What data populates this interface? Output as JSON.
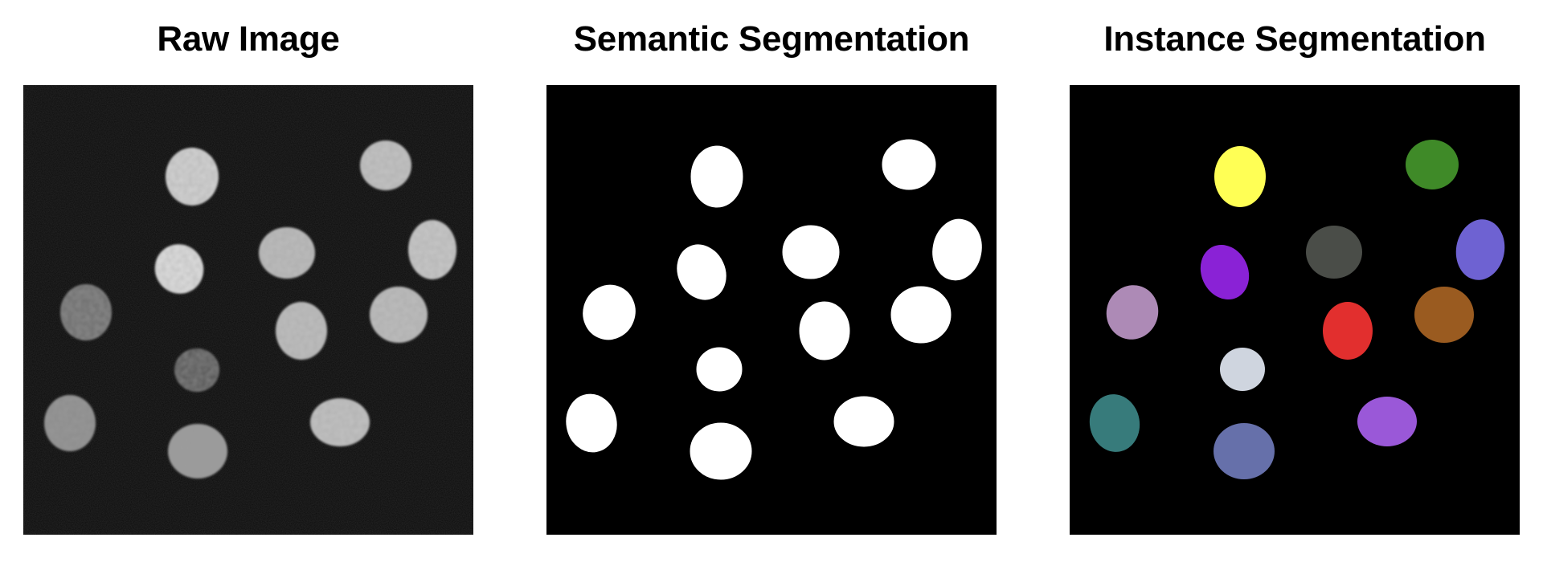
{
  "panels": [
    {
      "title": "Raw Image",
      "kind": "raw"
    },
    {
      "title": "Semantic Segmentation",
      "kind": "semantic"
    },
    {
      "title": "Instance Segmentation",
      "kind": "instance"
    }
  ],
  "colors": {
    "background": "#000000",
    "mask": "#ffffff",
    "instances": [
      "#ffff55",
      "#3f8a28",
      "#8a22d6",
      "#4a4d48",
      "#6e62d2",
      "#ad8ab6",
      "#e22f2e",
      "#9a5b20",
      "#cfd5df",
      "#377b7b",
      "#9a58d8",
      "#6670aa"
    ]
  }
}
